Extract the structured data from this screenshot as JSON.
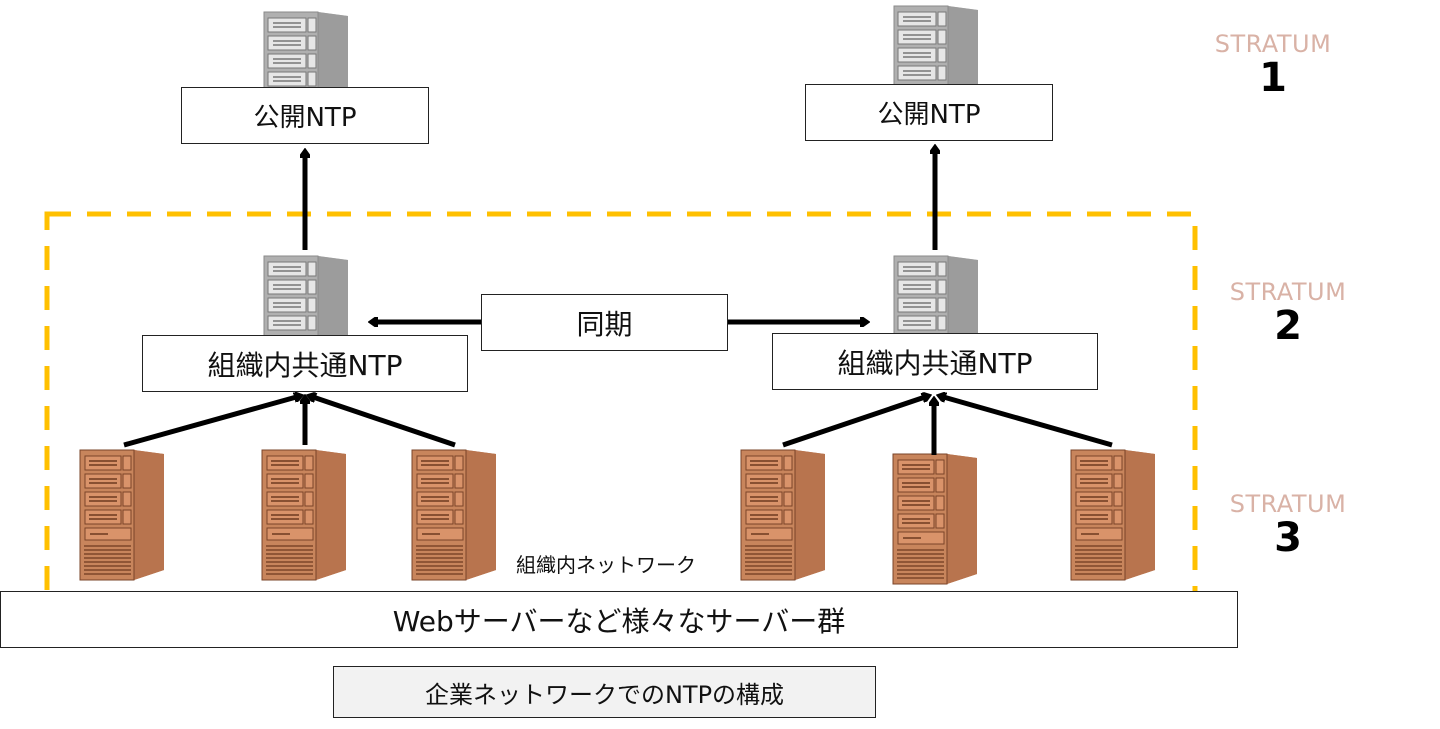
{
  "diagram": {
    "caption": "企業ネットワークでのNTPの構成",
    "public_ntp": [
      {
        "label": "公開NTP"
      },
      {
        "label": "公開NTP"
      }
    ],
    "org_ntp": [
      {
        "label": "組織内共通NTP"
      },
      {
        "label": "組織内共通NTP"
      }
    ],
    "sync_label": "同期",
    "network_label": "組織内ネットワーク",
    "servers_label": "Webサーバーなど様々なサーバー群",
    "strata": [
      {
        "word": "STRATUM",
        "number": "1"
      },
      {
        "word": "STRATUM",
        "number": "2"
      },
      {
        "word": "STRATUM",
        "number": "3"
      }
    ],
    "colors": {
      "boundary_dashed": "#ffc000",
      "stratum_word": "#d9b2a6",
      "public_server": "#a6a6a6",
      "internal_server": "#b8744e",
      "arrow": "#000000"
    }
  }
}
